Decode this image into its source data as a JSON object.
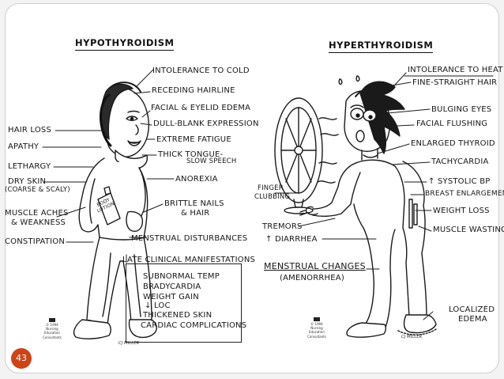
{
  "slide_number": "43",
  "hypo": {
    "title": "HYPOTHYROIDISM",
    "labels": {
      "cold": "INTOLERANCE TO COLD",
      "hairline": "RECEDING HAIRLINE",
      "edema": "FACIAL & EYELID EDEMA",
      "blank": "DULL-BLANK EXPRESSION",
      "fatigue": "EXTREME FATIGUE",
      "tongue_1": "THICK TONGUE-",
      "tongue_2": "SLOW SPEECH",
      "anorexia": "ANOREXIA",
      "nails_1": "BRITTLE NAILS",
      "nails_2": "& HAIR",
      "menstrual": "MENSTRUAL DISTURBANCES",
      "hairloss": "HAIR LOSS",
      "apathy": "APATHY",
      "lethargy": "LETHARGY",
      "dryskin_1": "DRY SKIN",
      "dryskin_2": "(COARSE & SCALY)",
      "muscle_1": "MUSCLE ACHES",
      "muscle_2": "& WEAKNESS",
      "constipation": "CONSTIPATION",
      "lotion_1": "BODY",
      "lotion_2": "LOTION"
    },
    "late_title": "LATE CLINICAL MANIFESTATIONS",
    "late_items": [
      "SUBNORMAL TEMP",
      "BRADYCARDIA",
      "WEIGHT GAIN",
      "↓ LOC",
      "THICKENED SKIN",
      "CARDIAC COMPLICATIONS"
    ]
  },
  "hyper": {
    "title": "HYPERTHYROIDISM",
    "labels": {
      "heat": "INTOLERANCE TO HEAT",
      "hair": "FINE-STRAIGHT HAIR",
      "eyes": "BULGING EYES",
      "flushing": "FACIAL FLUSHING",
      "thyroid": "ENLARGED THYROID",
      "tachy": "TACHYCARDIA",
      "bp": "↑ SYSTOLIC BP",
      "breast": "BREAST ENLARGEMENT",
      "weight": "WEIGHT LOSS",
      "wasting": "MUSCLE WASTING",
      "clubbing_1": "FINGER",
      "clubbing_2": "CLUBBING",
      "tremors": "TREMORS",
      "diarrhea": "↑ DIARRHEA",
      "menstrual_1": "MENSTRUAL CHANGES",
      "menstrual_2": "(AMENORRHEA)",
      "edema_1": "LOCALIZED",
      "edema_2": "EDEMA"
    }
  },
  "copyright": {
    "year": "© 1994",
    "line1": "Nursing",
    "line2": "Education",
    "line3": "Consultants"
  },
  "signature": "CJ MILLER"
}
